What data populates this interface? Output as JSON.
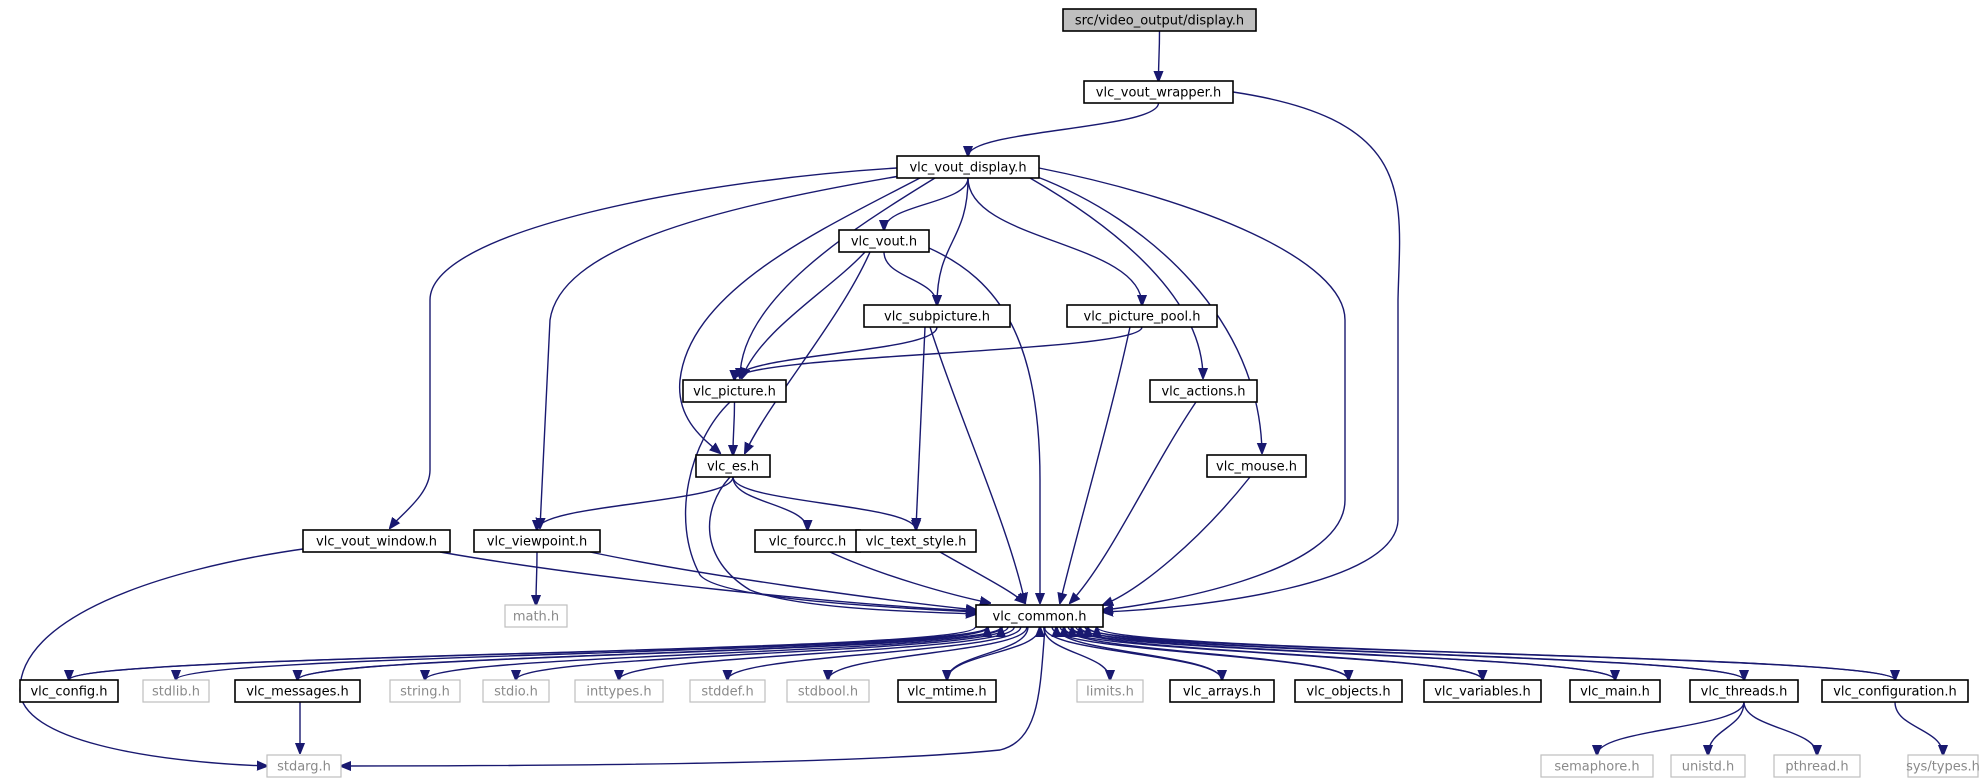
{
  "nodes": [
    {
      "id": "display",
      "label": "src/video_output/display.h",
      "kind": "current"
    },
    {
      "id": "vout_wrapper",
      "label": "vlc_vout_wrapper.h",
      "kind": "header"
    },
    {
      "id": "vout_display",
      "label": "vlc_vout_display.h",
      "kind": "header"
    },
    {
      "id": "vout",
      "label": "vlc_vout.h",
      "kind": "header"
    },
    {
      "id": "subpicture",
      "label": "vlc_subpicture.h",
      "kind": "header"
    },
    {
      "id": "picture_pool",
      "label": "vlc_picture_pool.h",
      "kind": "header"
    },
    {
      "id": "picture",
      "label": "vlc_picture.h",
      "kind": "header"
    },
    {
      "id": "actions",
      "label": "vlc_actions.h",
      "kind": "header"
    },
    {
      "id": "es",
      "label": "vlc_es.h",
      "kind": "header"
    },
    {
      "id": "mouse",
      "label": "vlc_mouse.h",
      "kind": "header"
    },
    {
      "id": "vout_window",
      "label": "vlc_vout_window.h",
      "kind": "header"
    },
    {
      "id": "viewpoint",
      "label": "vlc_viewpoint.h",
      "kind": "header"
    },
    {
      "id": "fourcc",
      "label": "vlc_fourcc.h",
      "kind": "header"
    },
    {
      "id": "text_style",
      "label": "vlc_text_style.h",
      "kind": "header"
    },
    {
      "id": "math",
      "label": "math.h",
      "kind": "system"
    },
    {
      "id": "common",
      "label": "vlc_common.h",
      "kind": "header"
    },
    {
      "id": "config",
      "label": "vlc_config.h",
      "kind": "header"
    },
    {
      "id": "stdlib",
      "label": "stdlib.h",
      "kind": "system"
    },
    {
      "id": "messages",
      "label": "vlc_messages.h",
      "kind": "header"
    },
    {
      "id": "string",
      "label": "string.h",
      "kind": "system"
    },
    {
      "id": "stdio",
      "label": "stdio.h",
      "kind": "system"
    },
    {
      "id": "inttypes",
      "label": "inttypes.h",
      "kind": "system"
    },
    {
      "id": "stddef",
      "label": "stddef.h",
      "kind": "system"
    },
    {
      "id": "stdbool",
      "label": "stdbool.h",
      "kind": "system"
    },
    {
      "id": "mtime",
      "label": "vlc_mtime.h",
      "kind": "header"
    },
    {
      "id": "limits",
      "label": "limits.h",
      "kind": "system"
    },
    {
      "id": "arrays",
      "label": "vlc_arrays.h",
      "kind": "header"
    },
    {
      "id": "objects",
      "label": "vlc_objects.h",
      "kind": "header"
    },
    {
      "id": "variables",
      "label": "vlc_variables.h",
      "kind": "header"
    },
    {
      "id": "main",
      "label": "vlc_main.h",
      "kind": "header"
    },
    {
      "id": "threads",
      "label": "vlc_threads.h",
      "kind": "header"
    },
    {
      "id": "configuration",
      "label": "vlc_configuration.h",
      "kind": "header"
    },
    {
      "id": "stdarg",
      "label": "stdarg.h",
      "kind": "system"
    },
    {
      "id": "semaphore",
      "label": "semaphore.h",
      "kind": "system"
    },
    {
      "id": "unistd",
      "label": "unistd.h",
      "kind": "system"
    },
    {
      "id": "pthread",
      "label": "pthread.h",
      "kind": "system"
    },
    {
      "id": "sys_types",
      "label": "sys/types.h",
      "kind": "system"
    }
  ],
  "edges": [
    [
      "display",
      "vout_wrapper"
    ],
    [
      "vout_wrapper",
      "vout_display"
    ],
    [
      "vout_wrapper",
      "common"
    ],
    [
      "vout_display",
      "vout"
    ],
    [
      "vout_display",
      "subpicture"
    ],
    [
      "vout_display",
      "picture_pool"
    ],
    [
      "vout_display",
      "picture"
    ],
    [
      "vout_display",
      "actions"
    ],
    [
      "vout_display",
      "es"
    ],
    [
      "vout_display",
      "mouse"
    ],
    [
      "vout_display",
      "vout_window"
    ],
    [
      "vout_display",
      "viewpoint"
    ],
    [
      "vout_display",
      "common"
    ],
    [
      "vout",
      "subpicture"
    ],
    [
      "vout",
      "picture"
    ],
    [
      "vout",
      "es"
    ],
    [
      "vout",
      "common"
    ],
    [
      "subpicture",
      "picture"
    ],
    [
      "subpicture",
      "text_style"
    ],
    [
      "subpicture",
      "common"
    ],
    [
      "picture_pool",
      "picture"
    ],
    [
      "picture_pool",
      "common"
    ],
    [
      "picture",
      "es"
    ],
    [
      "picture",
      "common"
    ],
    [
      "actions",
      "common"
    ],
    [
      "mouse",
      "common"
    ],
    [
      "es",
      "viewpoint"
    ],
    [
      "es",
      "fourcc"
    ],
    [
      "es",
      "text_style"
    ],
    [
      "es",
      "common"
    ],
    [
      "vout_window",
      "common"
    ],
    [
      "vout_window",
      "stdarg"
    ],
    [
      "viewpoint",
      "math"
    ],
    [
      "viewpoint",
      "common"
    ],
    [
      "fourcc",
      "common"
    ],
    [
      "text_style",
      "common"
    ],
    [
      "common",
      "config"
    ],
    [
      "config",
      "common"
    ],
    [
      "common",
      "stdlib"
    ],
    [
      "common",
      "messages"
    ],
    [
      "messages",
      "common"
    ],
    [
      "messages",
      "stdarg"
    ],
    [
      "common",
      "string"
    ],
    [
      "common",
      "stdio"
    ],
    [
      "common",
      "inttypes"
    ],
    [
      "common",
      "stddef"
    ],
    [
      "common",
      "stdbool"
    ],
    [
      "common",
      "mtime"
    ],
    [
      "mtime",
      "common"
    ],
    [
      "common",
      "limits"
    ],
    [
      "common",
      "arrays"
    ],
    [
      "arrays",
      "common"
    ],
    [
      "common",
      "objects"
    ],
    [
      "objects",
      "common"
    ],
    [
      "common",
      "variables"
    ],
    [
      "variables",
      "common"
    ],
    [
      "common",
      "main"
    ],
    [
      "main",
      "common"
    ],
    [
      "common",
      "threads"
    ],
    [
      "threads",
      "common"
    ],
    [
      "common",
      "configuration"
    ],
    [
      "configuration",
      "common"
    ],
    [
      "common",
      "stdarg"
    ],
    [
      "threads",
      "semaphore"
    ],
    [
      "threads",
      "unistd"
    ],
    [
      "threads",
      "pthread"
    ],
    [
      "configuration",
      "sys_types"
    ]
  ]
}
